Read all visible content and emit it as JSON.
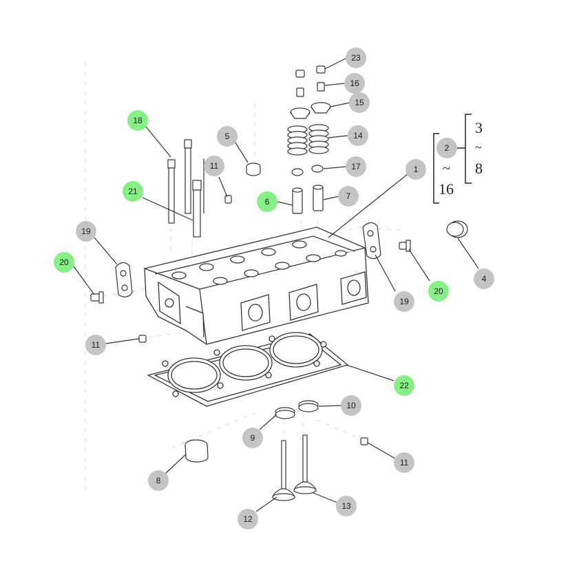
{
  "callouts": [
    {
      "label": "23",
      "highlight": false
    },
    {
      "label": "16",
      "highlight": false
    },
    {
      "label": "15",
      "highlight": false
    },
    {
      "label": "14",
      "highlight": false
    },
    {
      "label": "17",
      "highlight": false
    },
    {
      "label": "7",
      "highlight": false
    },
    {
      "label": "6",
      "highlight": true
    },
    {
      "label": "5",
      "highlight": false
    },
    {
      "label": "11",
      "highlight": false
    },
    {
      "label": "18",
      "highlight": true
    },
    {
      "label": "21",
      "highlight": true
    },
    {
      "label": "1",
      "highlight": false
    },
    {
      "label": "2",
      "highlight": false
    },
    {
      "label": "4",
      "highlight": false
    },
    {
      "label": "19",
      "highlight": false
    },
    {
      "label": "20",
      "highlight": true
    },
    {
      "label": "19",
      "highlight": false
    },
    {
      "label": "20",
      "highlight": true
    },
    {
      "label": "11",
      "highlight": false
    },
    {
      "label": "22",
      "highlight": true
    },
    {
      "label": "10",
      "highlight": false
    },
    {
      "label": "9",
      "highlight": false
    },
    {
      "label": "11",
      "highlight": false
    },
    {
      "label": "8",
      "highlight": false
    },
    {
      "label": "12",
      "highlight": false
    },
    {
      "label": "13",
      "highlight": false
    }
  ],
  "range_note": {
    "left_tilde": "~",
    "left_end": "16",
    "right_start": "3",
    "right_tilde": "~",
    "right_end": "8"
  },
  "colors": {
    "callout": "#c4c4c4",
    "highlight": "#86f086",
    "line": "#333333"
  }
}
